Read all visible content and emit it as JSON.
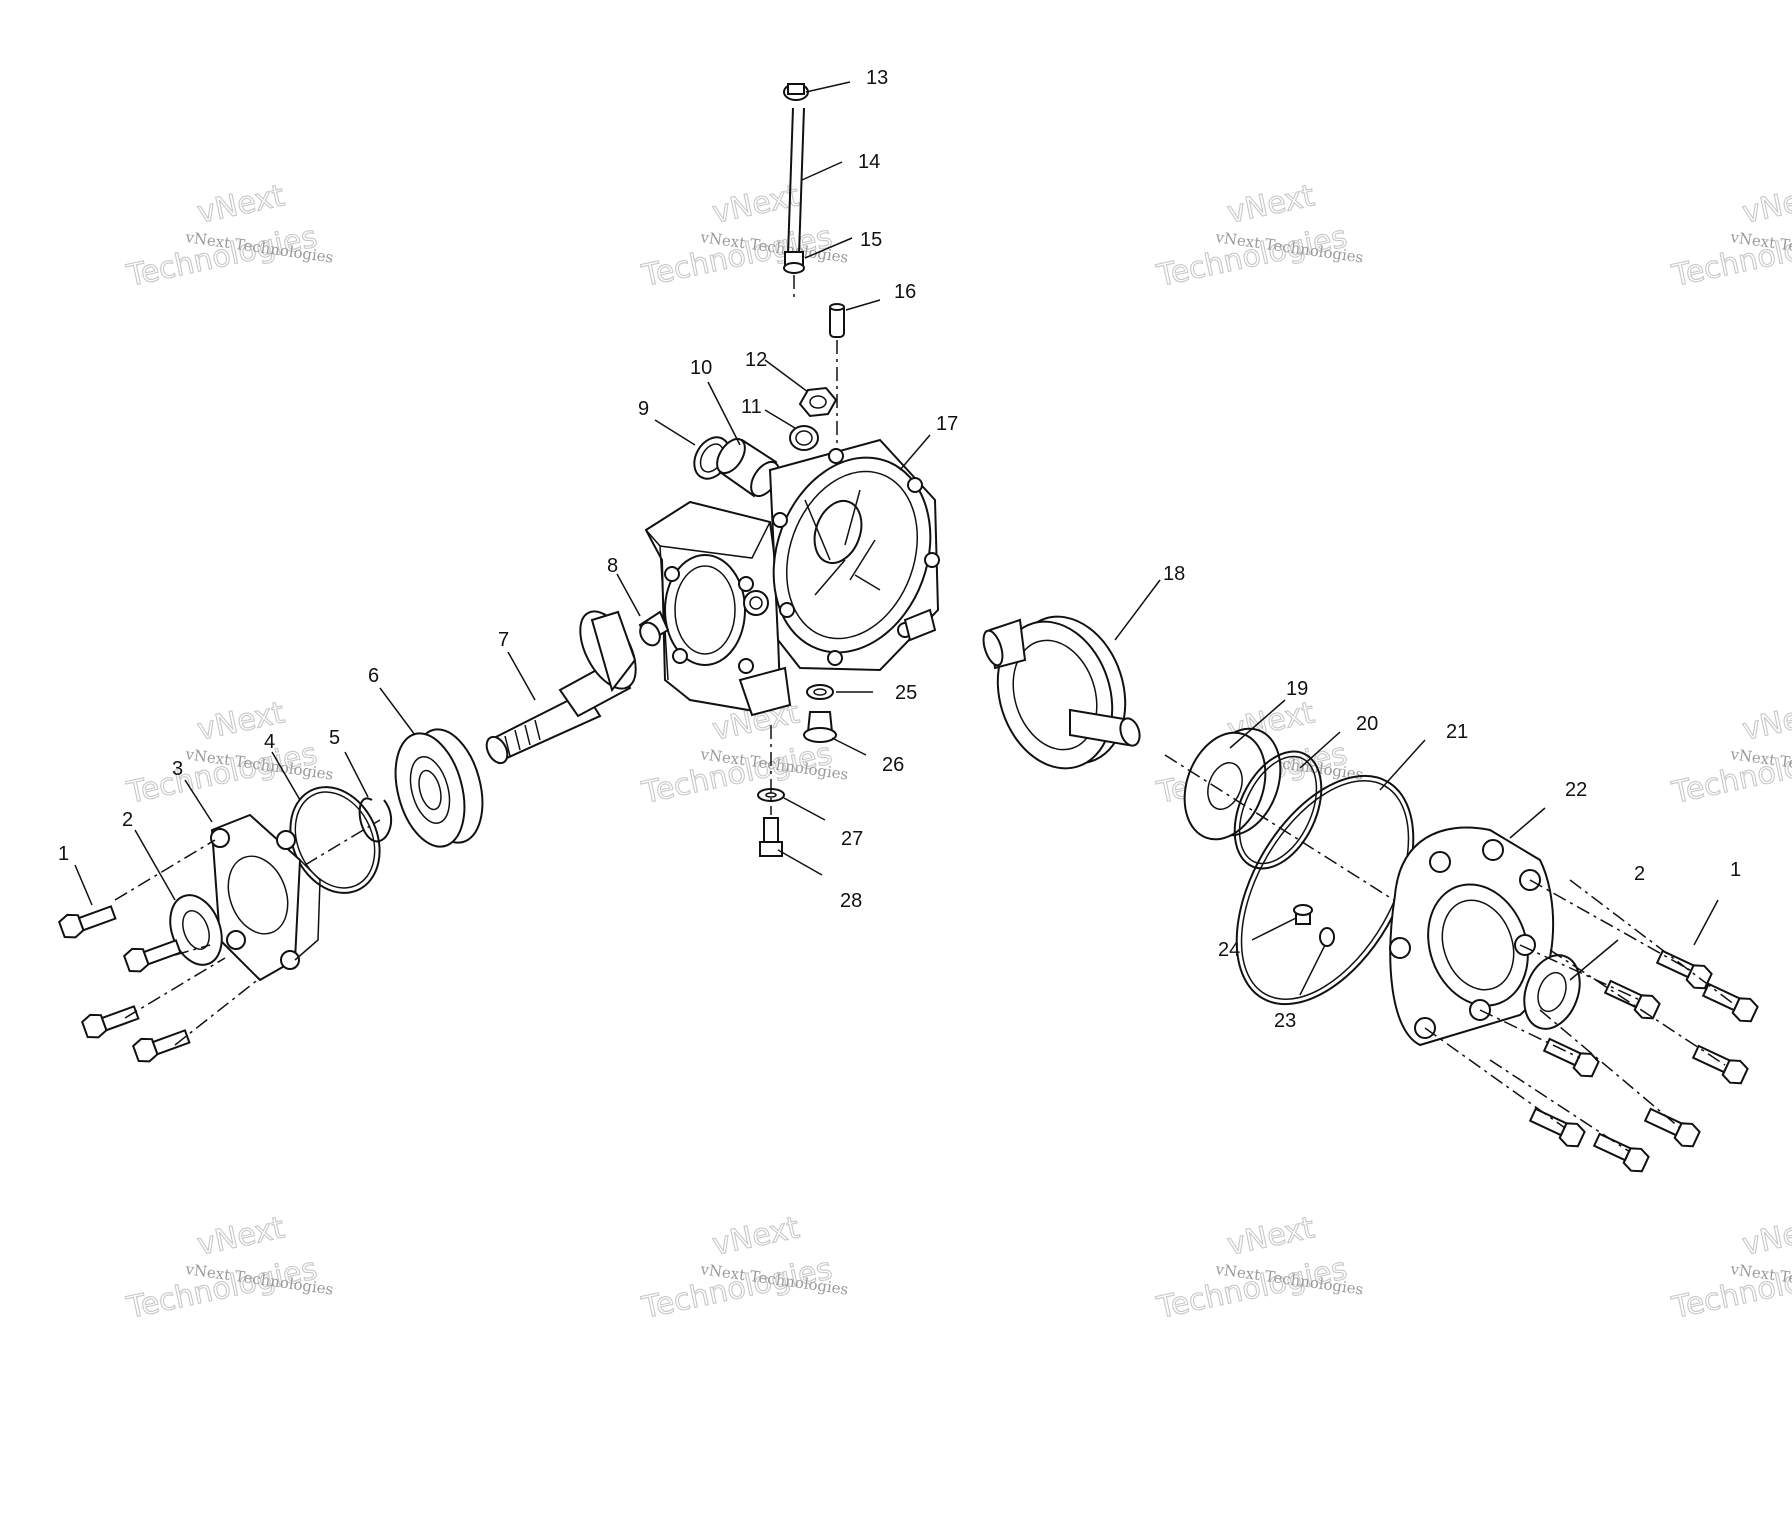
{
  "diagram": {
    "callouts": [
      {
        "id": "c1a",
        "text": "1"
      },
      {
        "id": "c2a",
        "text": "2"
      },
      {
        "id": "c3",
        "text": "3"
      },
      {
        "id": "c4",
        "text": "4"
      },
      {
        "id": "c5",
        "text": "5"
      },
      {
        "id": "c6",
        "text": "6"
      },
      {
        "id": "c7",
        "text": "7"
      },
      {
        "id": "c8",
        "text": "8"
      },
      {
        "id": "c9",
        "text": "9"
      },
      {
        "id": "c10",
        "text": "10"
      },
      {
        "id": "c11",
        "text": "11"
      },
      {
        "id": "c12",
        "text": "12"
      },
      {
        "id": "c13",
        "text": "13"
      },
      {
        "id": "c14",
        "text": "14"
      },
      {
        "id": "c15",
        "text": "15"
      },
      {
        "id": "c16",
        "text": "16"
      },
      {
        "id": "c17",
        "text": "17"
      },
      {
        "id": "c18",
        "text": "18"
      },
      {
        "id": "c19",
        "text": "19"
      },
      {
        "id": "c20",
        "text": "20"
      },
      {
        "id": "c21",
        "text": "21"
      },
      {
        "id": "c22",
        "text": "22"
      },
      {
        "id": "c23",
        "text": "23"
      },
      {
        "id": "c24",
        "text": "24"
      },
      {
        "id": "c25",
        "text": "25"
      },
      {
        "id": "c26",
        "text": "26"
      },
      {
        "id": "c27",
        "text": "27"
      },
      {
        "id": "c28",
        "text": "28"
      },
      {
        "id": "c2b",
        "text": "2"
      },
      {
        "id": "c1b",
        "text": "1"
      }
    ],
    "watermark": {
      "line1": "vNext Technologies",
      "line2": "Technologies",
      "line3": "vNext"
    }
  }
}
